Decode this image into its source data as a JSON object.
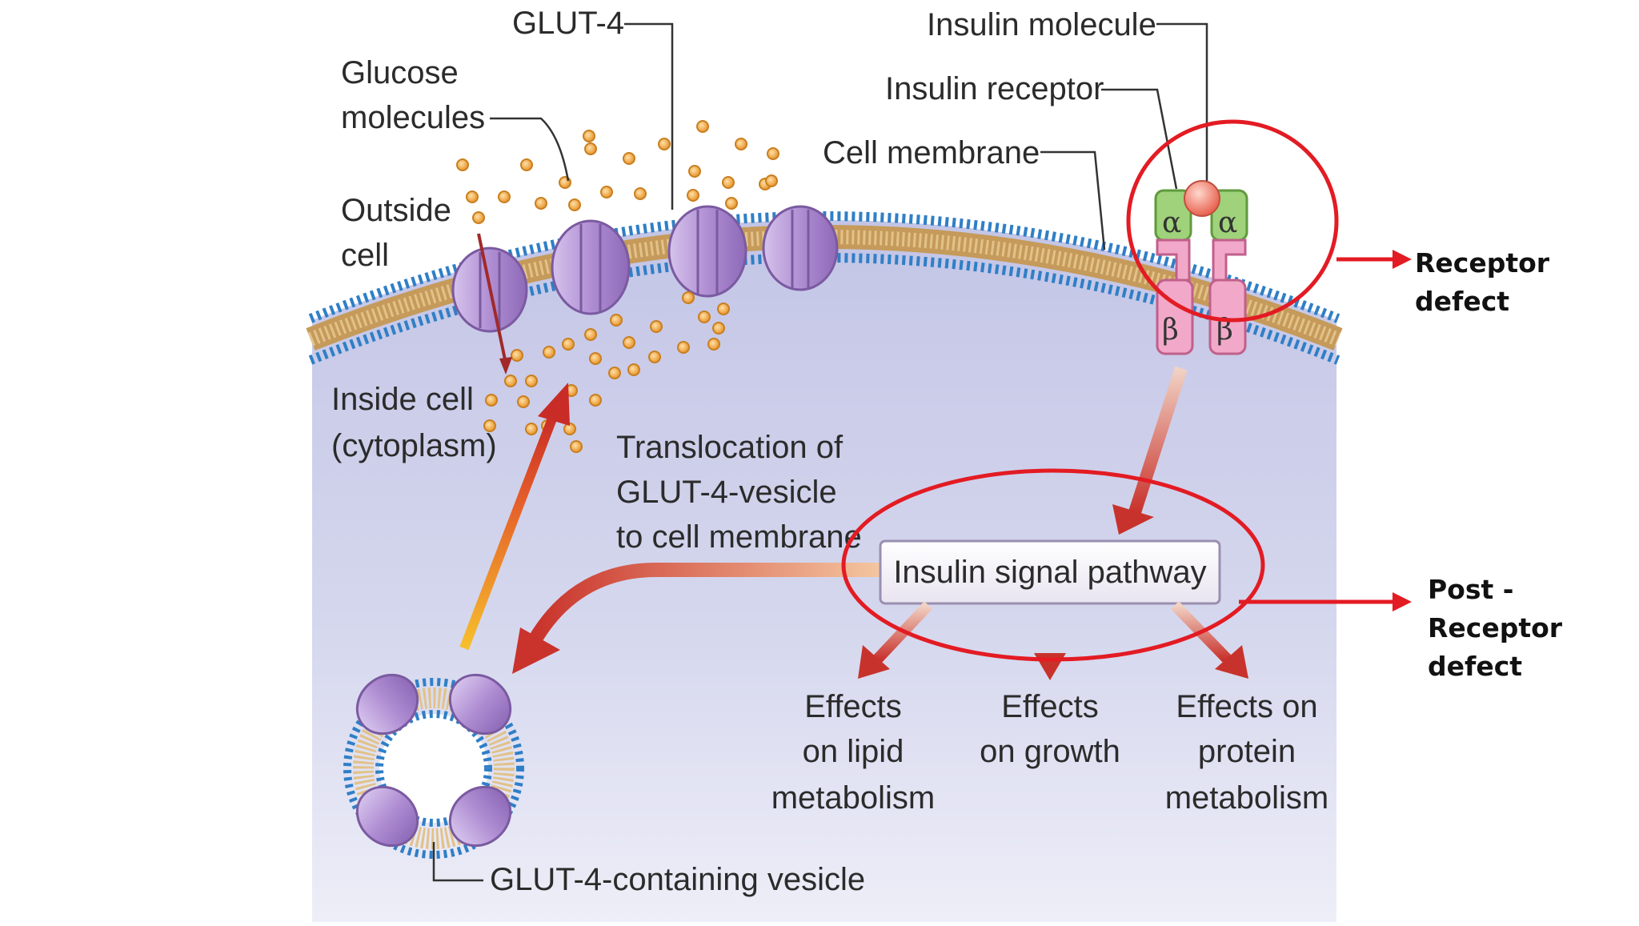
{
  "labels": {
    "glut4": "GLUT-4",
    "insulin_molecule": "Insulin molecule",
    "glucose_line1": "Glucose",
    "glucose_line2": "molecules",
    "insulin_receptor": "Insulin receptor",
    "cell_membrane": "Cell membrane",
    "outside_line1": "Outside",
    "outside_line2": "cell",
    "inside_line1": "Inside cell",
    "inside_line2": "(cytoplasm)",
    "translocation_line1": "Translocation of",
    "translocation_line2": "GLUT-4-vesicle",
    "translocation_line3": "to cell membrane",
    "signal_pathway": "Insulin signal pathway",
    "lipid_line1": "Effects",
    "lipid_line2": "on lipid",
    "lipid_line3": "metabolism",
    "growth_line1": "Effects",
    "growth_line2": "on growth",
    "protein_line1": "Effects on",
    "protein_line2": "protein",
    "protein_line3": "metabolism",
    "vesicle": "GLUT-4-containing vesicle",
    "alpha": "α",
    "beta": "β"
  },
  "annotations": {
    "receptor_line1": "Receptor",
    "receptor_line2": "defect",
    "post_line1": "Post -",
    "post_line2": "Receptor",
    "post_line3": "defect"
  },
  "colors": {
    "highlight": "#e31b23",
    "cytoplasm": "#c9cbe8",
    "glut4_protein": "#b79bd6",
    "glucose": "#f0a43a",
    "receptor_alpha": "#9fd27a",
    "receptor_beta": "#f2a9c9",
    "insulin": "#f28a7a"
  }
}
